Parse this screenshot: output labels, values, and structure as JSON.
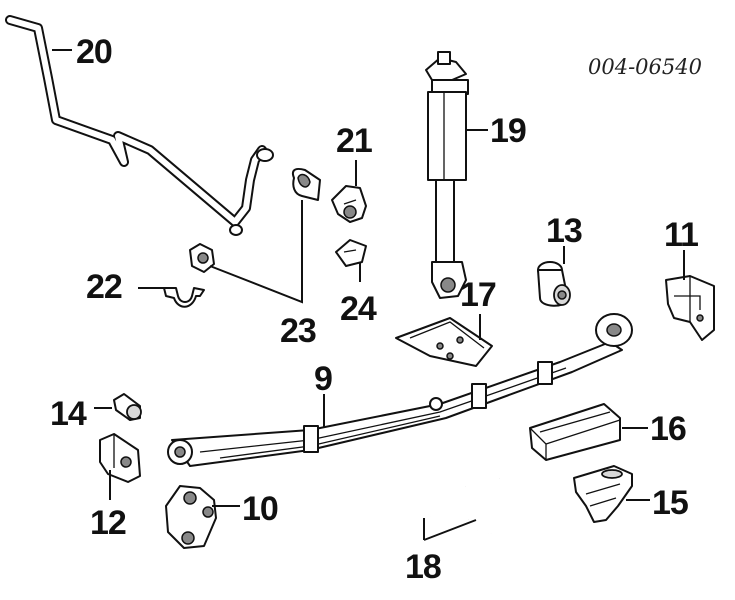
{
  "document_number": "004-06540",
  "callouts": {
    "c9": "9",
    "c10": "10",
    "c11": "11",
    "c12": "12",
    "c13": "13",
    "c14": "14",
    "c15": "15",
    "c16": "16",
    "c17": "17",
    "c18": "18",
    "c19": "19",
    "c20": "20",
    "c21": "21",
    "c22": "22",
    "c23": "23",
    "c24": "24"
  },
  "colors": {
    "line": "#111111",
    "fill": "#ffffff",
    "shade": "#d9d9d9"
  }
}
